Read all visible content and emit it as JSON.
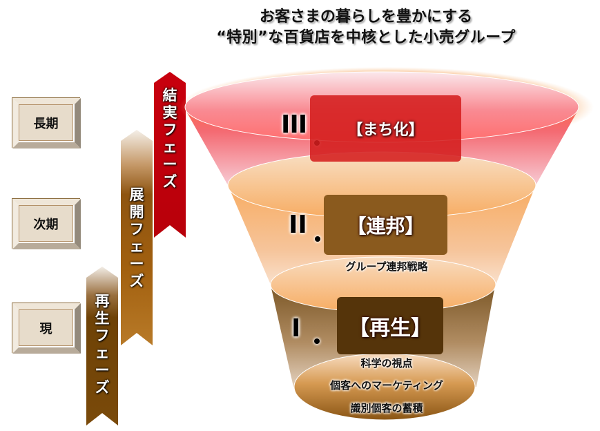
{
  "title": {
    "line1": "お客さまの暮らしを豊かにする",
    "line2": "“特別”な百貨店を中核とした小売グループ"
  },
  "terms": [
    {
      "label": "長期"
    },
    {
      "label": "次期"
    },
    {
      "label": "現"
    }
  ],
  "phases": [
    {
      "label": "結実フェーズ",
      "chars": [
        "結",
        "実",
        "フ",
        "ェ",
        "ー",
        "ズ"
      ],
      "color": "#c0000c"
    },
    {
      "label": "展開フェーズ",
      "chars": [
        "展",
        "開",
        "フ",
        "ェ",
        "ー",
        "ズ"
      ],
      "color": "#a85c12"
    },
    {
      "label": "再生フェーズ",
      "chars": [
        "再",
        "生",
        "フ",
        "ェ",
        "ー",
        "ズ"
      ],
      "color": "#7a4808"
    }
  ],
  "stages": [
    {
      "numeral": "III",
      "label": "【まち化】",
      "box_color": "#d42a2a",
      "details": []
    },
    {
      "numeral": "II",
      "label": "【連邦】",
      "box_color": "#8a5a1e",
      "details": [
        "グループ連邦戦略"
      ]
    },
    {
      "numeral": "I",
      "label": "【再生】",
      "box_color": "#55340a",
      "details": [
        "科学の視点",
        "個客へのマーケティング",
        "識別個客の蓄積"
      ]
    }
  ]
}
